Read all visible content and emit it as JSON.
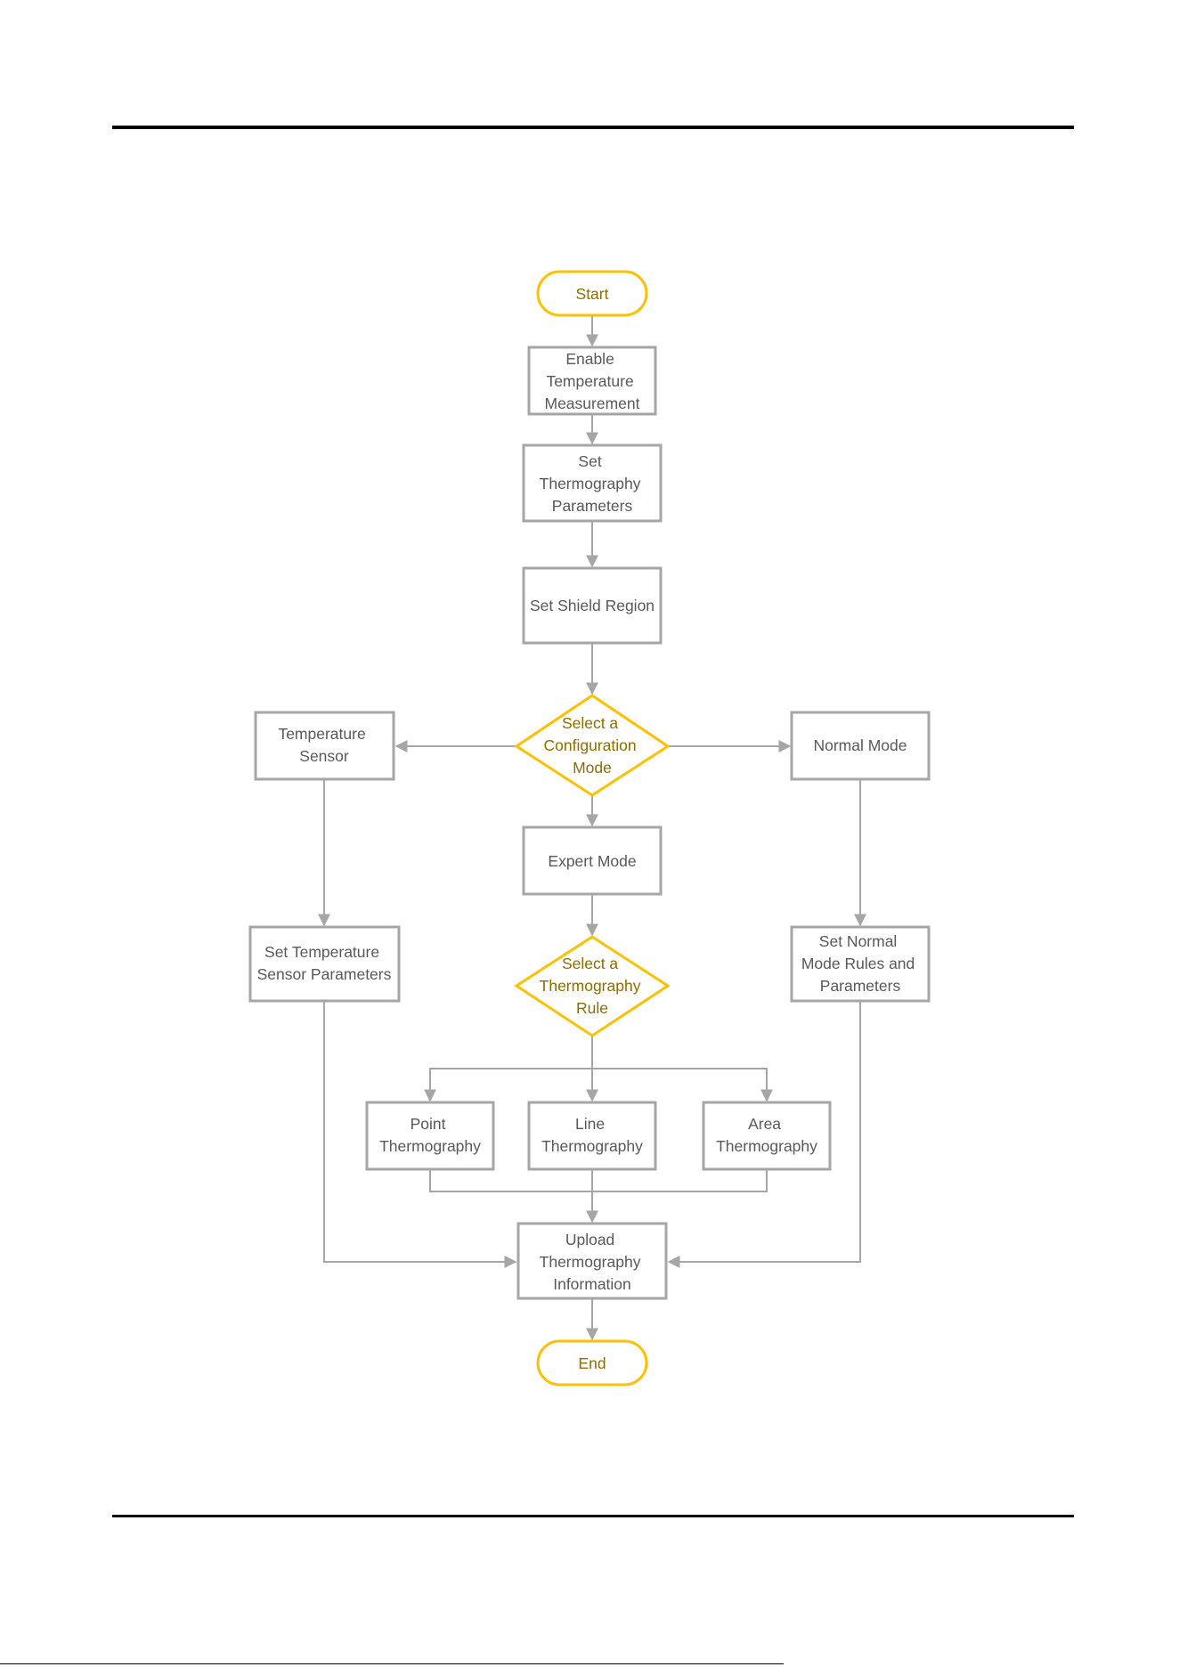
{
  "colors": {
    "box_stroke": "#a6a6a6",
    "highlight_stroke": "#ffc000",
    "box_text": "#595959",
    "highlight_text": "#8b6d00",
    "rule": "#000000"
  },
  "nodes": {
    "start": {
      "lines": [
        "Start"
      ]
    },
    "enable": {
      "lines": [
        "Enable",
        "Temperature",
        "Measurement"
      ]
    },
    "set_params": {
      "lines": [
        "Set",
        "Thermography",
        "Parameters"
      ]
    },
    "shield": {
      "lines": [
        "Set Shield Region"
      ]
    },
    "select_mode": {
      "lines": [
        "Select a",
        "Configuration",
        "Mode"
      ]
    },
    "temp_sensor": {
      "lines": [
        "Temperature",
        "Sensor"
      ]
    },
    "normal_mode": {
      "lines": [
        "Normal Mode"
      ]
    },
    "expert_mode": {
      "lines": [
        "Expert Mode"
      ]
    },
    "set_sensor_params": {
      "lines": [
        "Set Temperature",
        "Sensor Parameters"
      ]
    },
    "select_rule": {
      "lines": [
        "Select a",
        "Thermography",
        "Rule"
      ]
    },
    "set_normal_rules": {
      "lines": [
        "Set Normal",
        "Mode Rules and",
        "Parameters"
      ]
    },
    "point": {
      "lines": [
        "Point",
        "Thermography"
      ]
    },
    "line": {
      "lines": [
        "Line",
        "Thermography"
      ]
    },
    "area": {
      "lines": [
        "Area",
        "Thermography"
      ]
    },
    "upload": {
      "lines": [
        "Upload",
        "Thermography",
        "Information"
      ]
    },
    "end": {
      "lines": [
        "End"
      ]
    }
  }
}
